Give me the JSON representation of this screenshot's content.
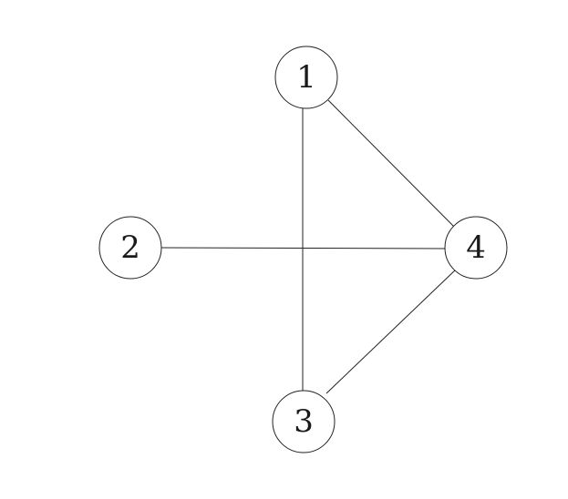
{
  "graph": {
    "nodes": [
      {
        "id": "1",
        "label": "1"
      },
      {
        "id": "2",
        "label": "2"
      },
      {
        "id": "3",
        "label": "3"
      },
      {
        "id": "4",
        "label": "4"
      }
    ],
    "edges": [
      {
        "from": "1",
        "to": "3"
      },
      {
        "from": "1",
        "to": "4"
      },
      {
        "from": "2",
        "to": "4"
      },
      {
        "from": "3",
        "to": "4"
      }
    ]
  }
}
